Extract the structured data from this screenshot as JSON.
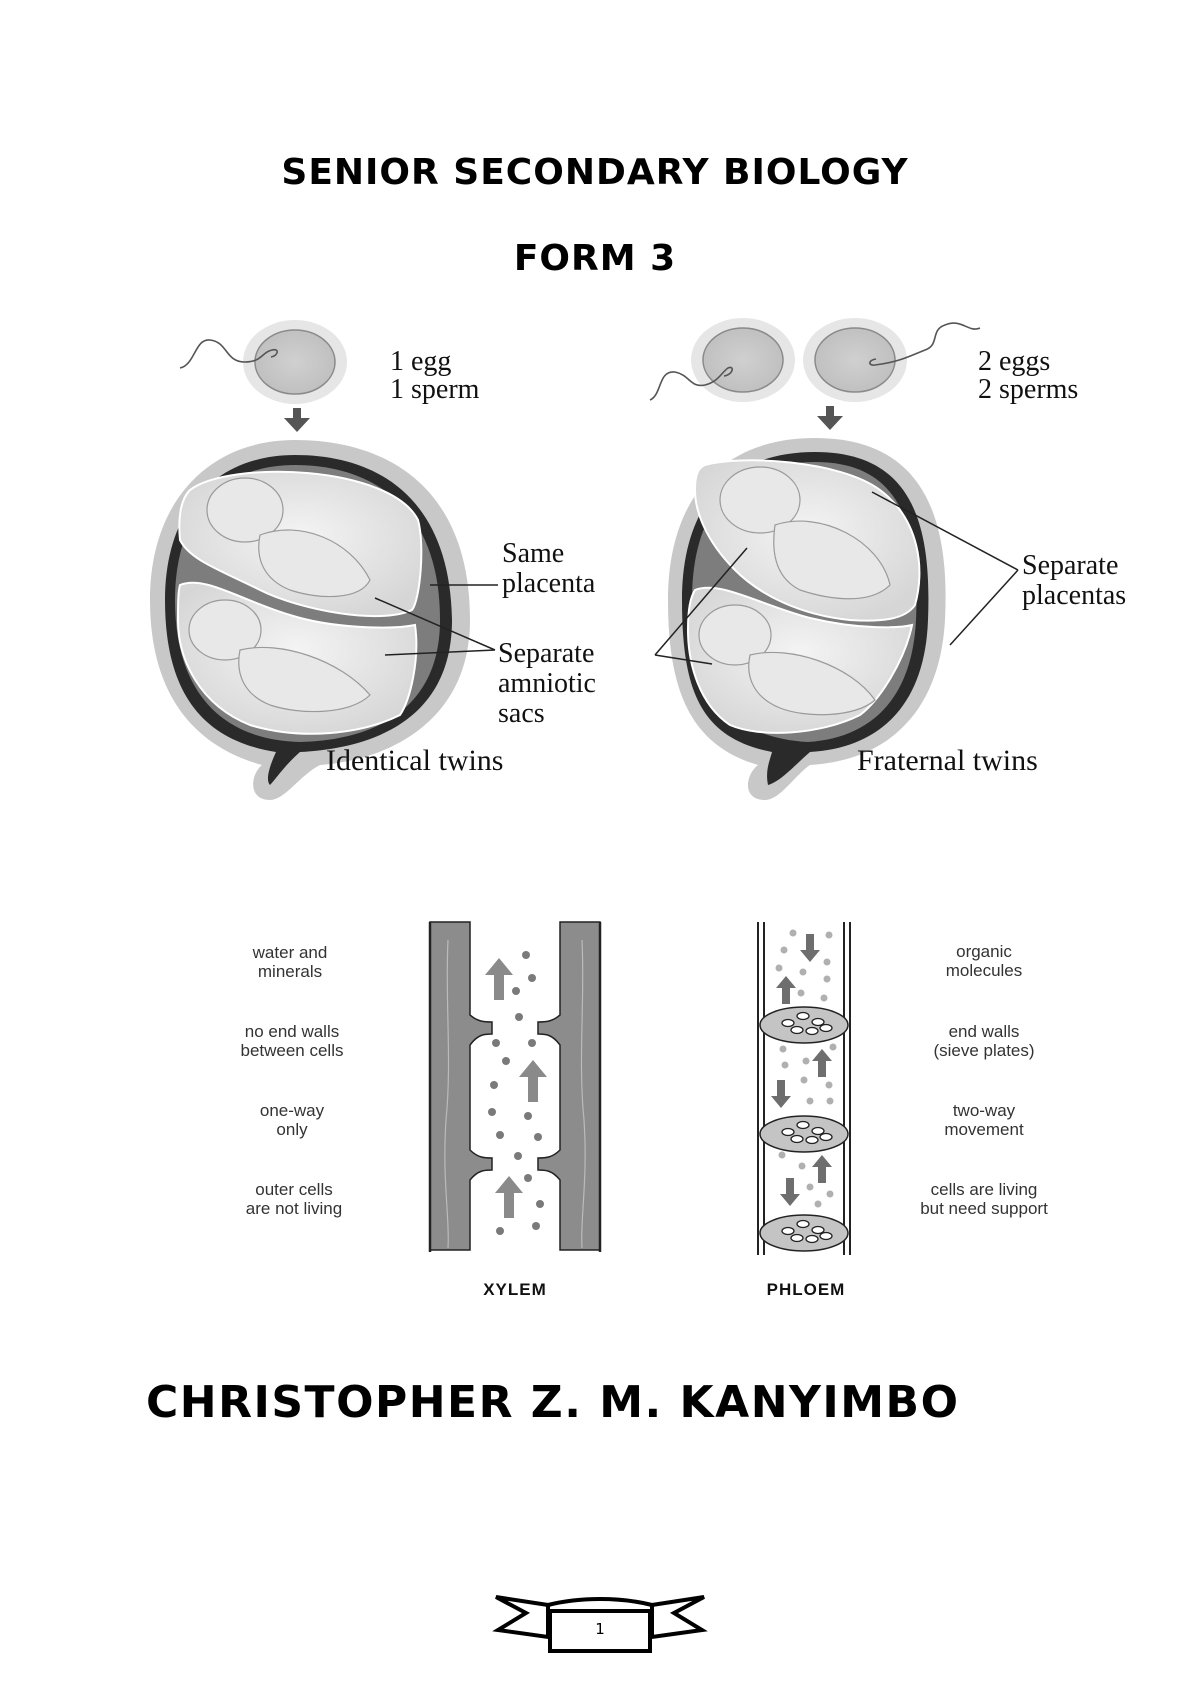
{
  "document": {
    "title": "SENIOR SECONDARY BIOLOGY",
    "subtitle": "FORM 3",
    "author": "CHRISTOPHER Z. M. KANYIMBO",
    "page_number": "1"
  },
  "twins_figure": {
    "identical": {
      "label_top_line1": "1 egg",
      "label_top_line2": "1 sperm",
      "placenta_line1": "Same",
      "placenta_line2": "placenta",
      "sacs_line1": "Separate",
      "sacs_line2": "amniotic",
      "sacs_line3": "sacs",
      "caption": "Identical twins"
    },
    "fraternal": {
      "label_top_line1": "2 eggs",
      "label_top_line2": "2 sperms",
      "placenta_line1": "Separate",
      "placenta_line2": "placentas",
      "caption": "Fraternal twins"
    }
  },
  "vascular_figure": {
    "xylem": {
      "caption": "XYLEM",
      "notes": [
        {
          "line1": "water and",
          "line2": "minerals"
        },
        {
          "line1": "no end walls",
          "line2": "between cells"
        },
        {
          "line1": "one-way",
          "line2": "only"
        },
        {
          "line1": "outer cells",
          "line2": "are not living"
        }
      ]
    },
    "phloem": {
      "caption": "PHLOEM",
      "notes": [
        {
          "line1": "organic",
          "line2": "molecules"
        },
        {
          "line1": "end walls",
          "line2": "(sieve plates)"
        },
        {
          "line1": "two-way",
          "line2": "movement"
        },
        {
          "line1": "cells are living",
          "line2": "but need support"
        }
      ]
    }
  }
}
